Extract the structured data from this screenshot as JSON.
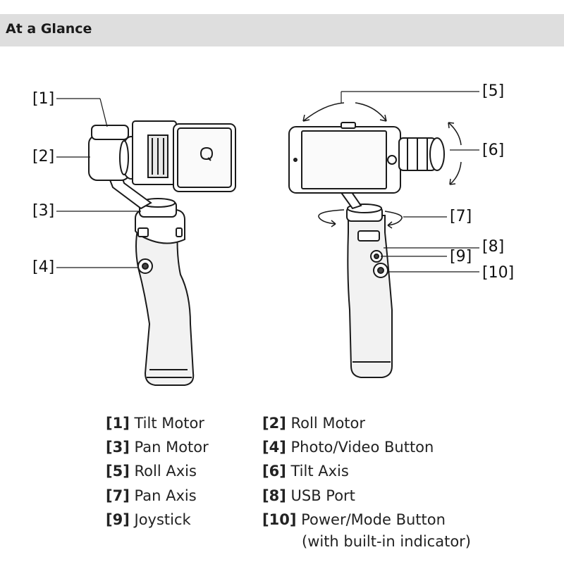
{
  "header": {
    "title": "At a Glance"
  },
  "callouts": {
    "c1": "[1]",
    "c2": "[2]",
    "c3": "[3]",
    "c4": "[4]",
    "c5": "[5]",
    "c6": "[6]",
    "c7": "[7]",
    "c8": "[8]",
    "c9": "[9]",
    "c10": "[10]"
  },
  "legend": [
    {
      "num": "[1]",
      "label": "Tilt Motor"
    },
    {
      "num": "[2]",
      "label": "Roll Motor"
    },
    {
      "num": "[3]",
      "label": "Pan Motor"
    },
    {
      "num": "[4]",
      "label": "Photo/Video Button"
    },
    {
      "num": "[5]",
      "label": "Roll Axis"
    },
    {
      "num": "[6]",
      "label": "Tilt Axis"
    },
    {
      "num": "[7]",
      "label": "Pan Axis"
    },
    {
      "num": "[8]",
      "label": "USB Port"
    },
    {
      "num": "[9]",
      "label": "Joystick"
    },
    {
      "num": "[10]",
      "label": "Power/Mode Button",
      "sub": "(with built-in indicator)"
    }
  ]
}
